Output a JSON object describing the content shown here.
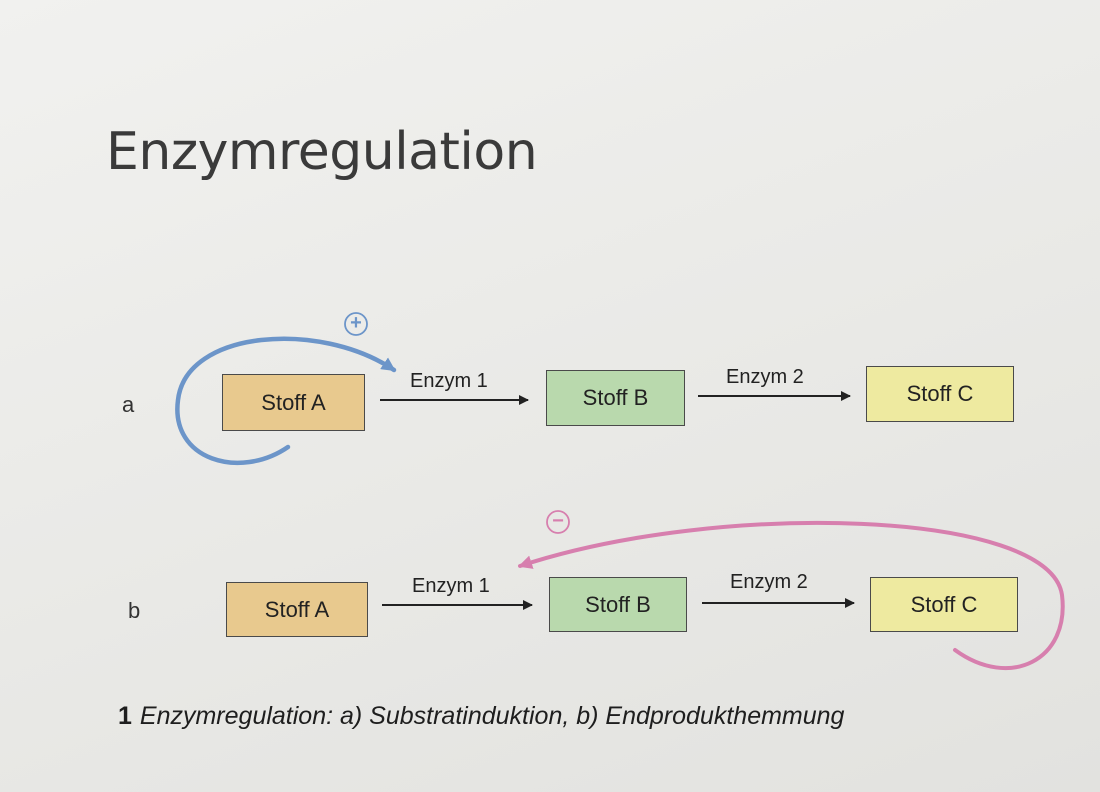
{
  "title": "Enzymregulation",
  "rows": [
    {
      "label": "a",
      "sign": "+",
      "boxes": [
        "Stoff A",
        "Stoff B",
        "Stoff C"
      ],
      "enzymes": [
        "Enzym 1",
        "Enzym 2"
      ]
    },
    {
      "label": "b",
      "sign": "−",
      "boxes": [
        "Stoff A",
        "Stoff B",
        "Stoff C"
      ],
      "enzymes": [
        "Enzym 1",
        "Enzym 2"
      ]
    }
  ],
  "caption": {
    "number": "1",
    "text": "Enzymregulation: a) Substratinduktion, b) Endprodukthemmung"
  },
  "colors": {
    "stoff_a": "#e8c98e",
    "stoff_b": "#b9d9ad",
    "stoff_c": "#eeeaa0",
    "activation": "#6c95c9",
    "inhibition": "#d77fae"
  }
}
